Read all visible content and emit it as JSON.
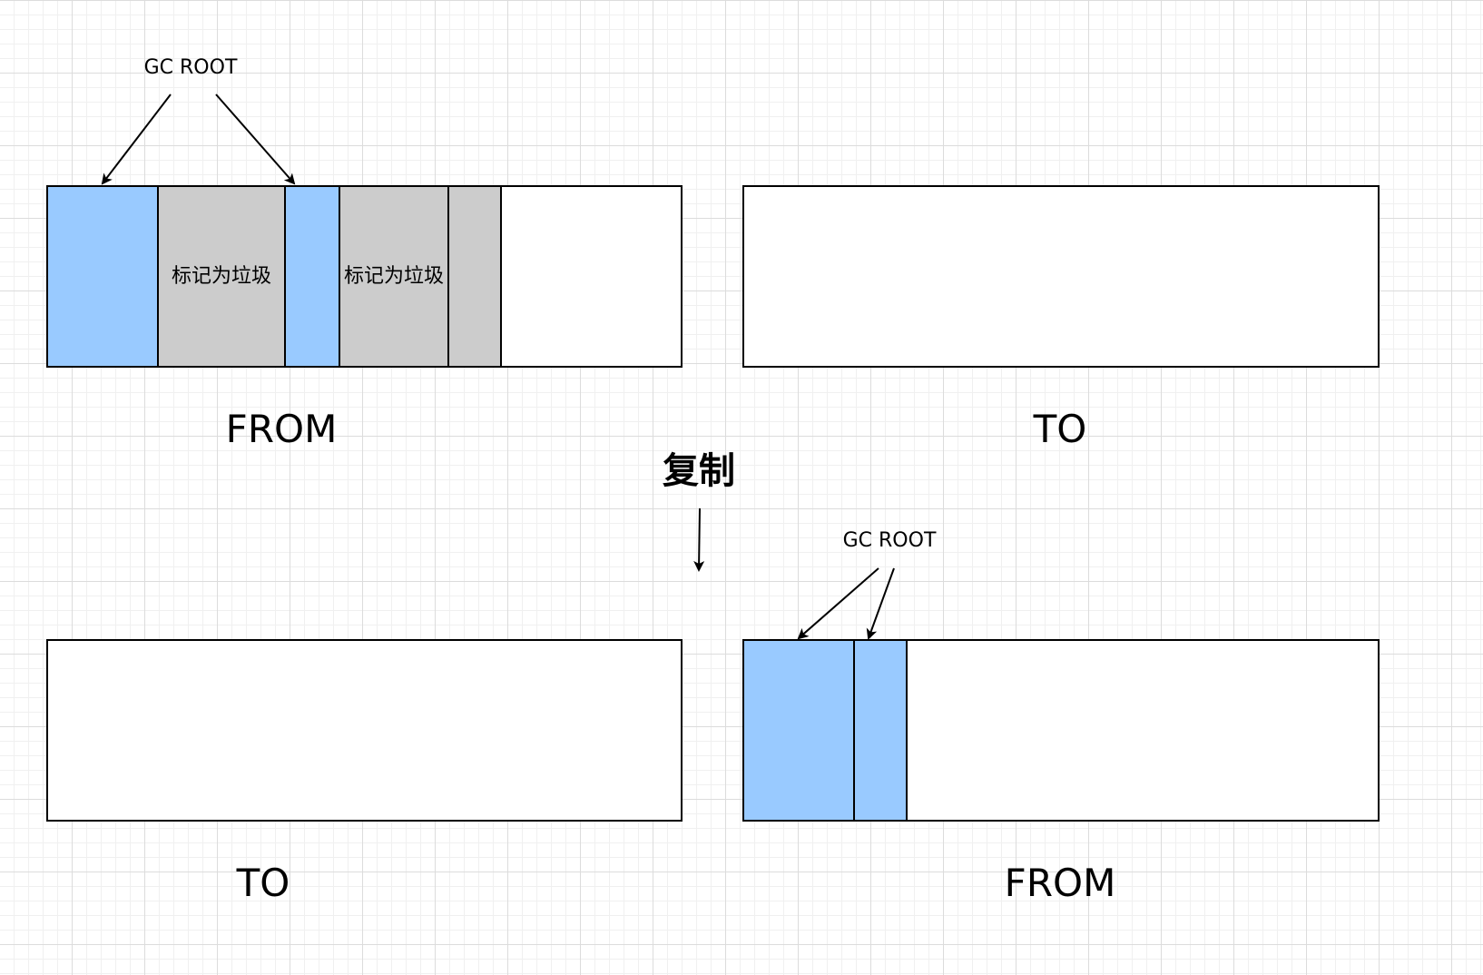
{
  "gc_root_label": "GC ROOT",
  "step_label": "复制",
  "before": {
    "from_label": "FROM",
    "to_label": "TO",
    "from_blocks": [
      {
        "state": "live",
        "text": ""
      },
      {
        "state": "garbage",
        "text": "标记为垃圾"
      },
      {
        "state": "live",
        "text": ""
      },
      {
        "state": "garbage",
        "text": "标记为垃圾"
      },
      {
        "state": "garbage",
        "text": ""
      }
    ]
  },
  "after": {
    "to_label": "TO",
    "from_label": "FROM",
    "from_blocks": [
      {
        "state": "live",
        "text": ""
      },
      {
        "state": "live",
        "text": ""
      }
    ]
  },
  "colors": {
    "live": "#99caff",
    "garbage": "#cccccc",
    "empty": "#ffffff"
  }
}
